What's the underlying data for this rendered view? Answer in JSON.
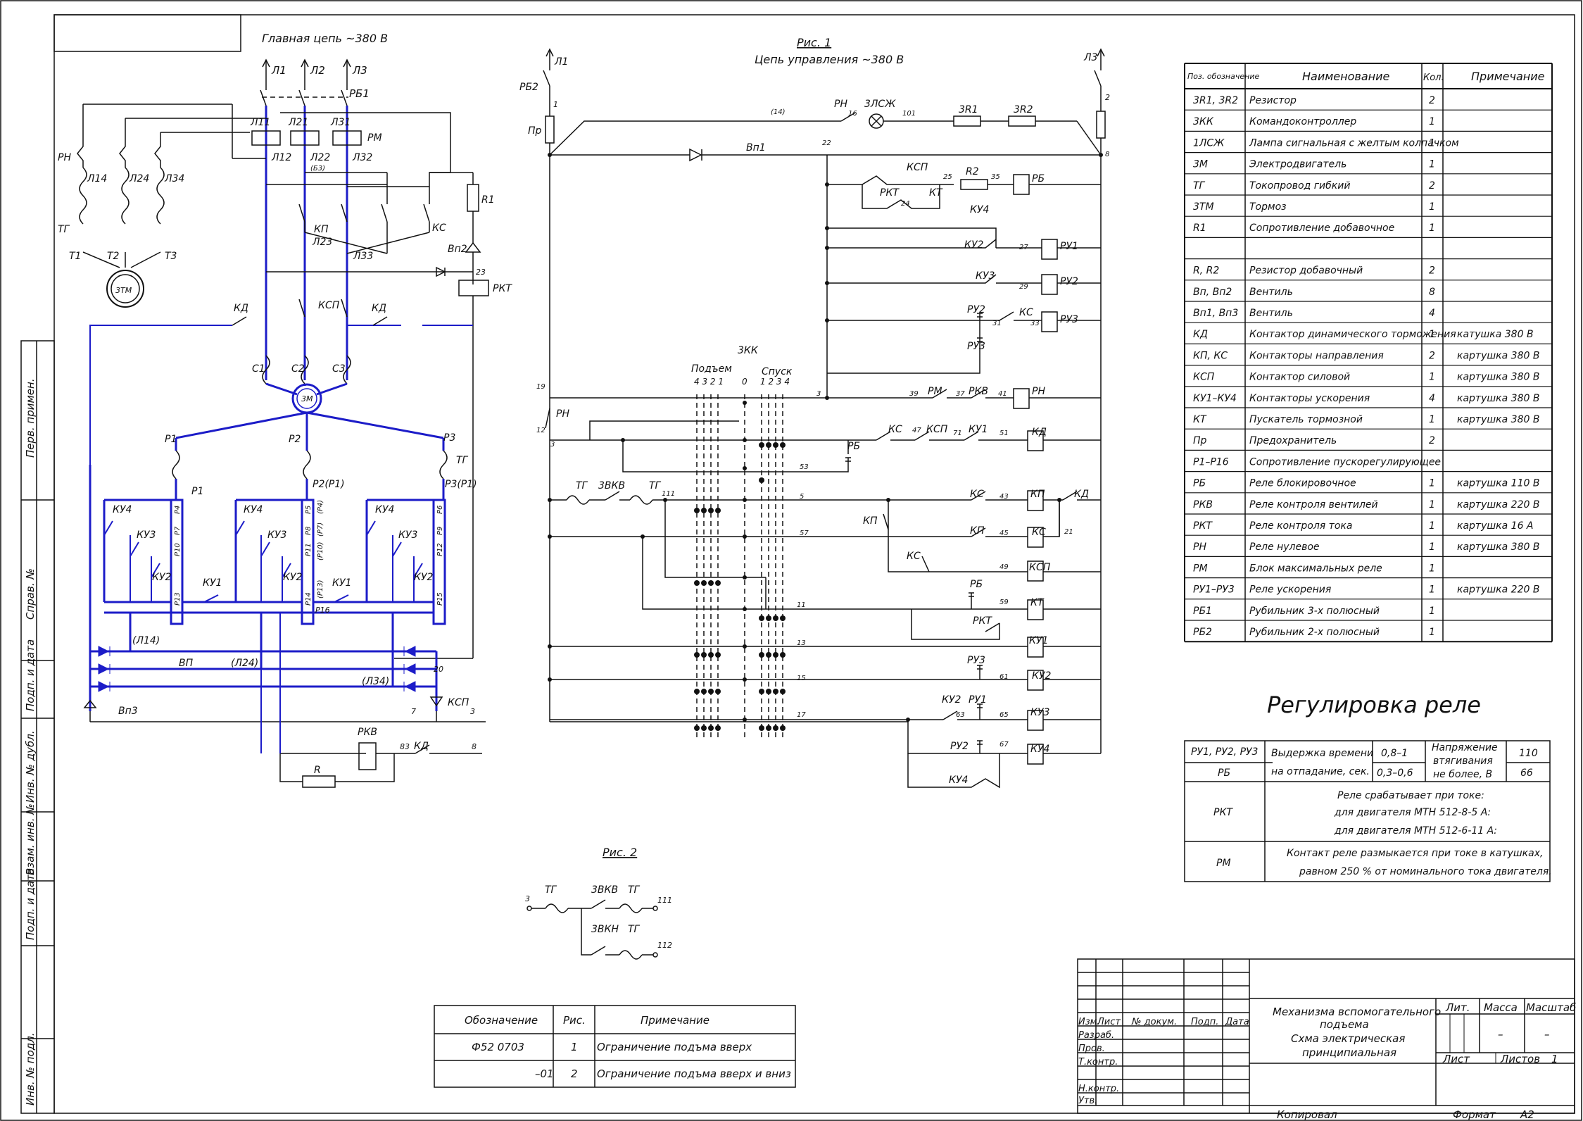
{
  "colors": {
    "ink": "#111111",
    "power": "#1c1cc8",
    "paper": "#ffffff"
  },
  "main_circuit": {
    "title": "Главная цепь ~380 В",
    "phases": [
      "Л1",
      "Л2",
      "Л3"
    ],
    "switch": "РБ1",
    "contact_labels": [
      "Л11",
      "Л21",
      "Л31",
      "РМ",
      "Л12",
      "Л22",
      "(Б3)",
      "Л32",
      "РН",
      "Л14",
      "Л24",
      "Л34",
      "ТГ",
      "Т1",
      "Т2",
      "Т3",
      "3ТМ",
      "КП",
      "Л23",
      "Л33",
      "КС",
      "R1",
      "Вп2",
      "23",
      "РКТ",
      "КД",
      "КСП",
      "С1",
      "С2",
      "С3",
      "3М",
      "Р1",
      "Р2",
      "Р3",
      "Р2(Р1)",
      "Р3(Р1)",
      "КУ4",
      "КУ3",
      "КУ2",
      "КУ1",
      "Р16",
      "(Л14)",
      "(Л24)",
      "(Л34)",
      "ВП",
      "Вп3",
      "20",
      "7",
      "3",
      "РКВ",
      "83",
      "8",
      "R"
    ],
    "resistor_labels": [
      "Р4",
      "Р7",
      "Р10",
      "Р13",
      "Р5",
      "Р8",
      "Р11",
      "Р14",
      "Р6",
      "Р9",
      "Р12",
      "Р15",
      "(Р4)",
      "(Р7)",
      "(Р10)",
      "(Р13)"
    ]
  },
  "control_circuit": {
    "fig_label": "Рис. 1",
    "title": "Цепь управления ~380 В",
    "labels": [
      "Л1",
      "Л3",
      "РБ2",
      "Пр",
      "1",
      "2",
      "(14)",
      "РН",
      "16",
      "3ЛСЖ",
      "101",
      "3R1",
      "3R2",
      "Вп1",
      "22",
      "8",
      "КСП",
      "25",
      "R2",
      "35",
      "РБ",
      "РКТ",
      "КТ",
      "24",
      "КУ4",
      "КУ2",
      "27",
      "РУ1",
      "КУ3",
      "29",
      "РУ2",
      "КС",
      "31",
      "33",
      "РУ3",
      "3КК",
      "Подъем",
      "Спуск",
      "4 3 2 1",
      "0",
      "1 2 3 4",
      "19",
      "12",
      "3",
      "39",
      "РМ",
      "37",
      "РКВ",
      "41",
      "47",
      "71",
      "КУ1",
      "51",
      "КД",
      "53",
      "ТГ",
      "3ВКВ",
      "111",
      "5",
      "43",
      "КП",
      "21",
      "57",
      "45",
      "49",
      "59",
      "11",
      "13",
      "61",
      "15",
      "63",
      "65",
      "17",
      "67"
    ]
  },
  "fig2": {
    "label": "Рис. 2",
    "labels": [
      "3",
      "ТГ",
      "3ВКВ",
      "ТГ",
      "111",
      "3ВКН",
      "ТГ",
      "112"
    ]
  },
  "stamp_left": [
    "Перв. примен.",
    "Справ. №",
    "Подп. и дата",
    "Инв. № дубл.",
    "Взам. инв. №",
    "Подп. и дата",
    "Инв. № подл."
  ],
  "spec_table": {
    "headers": [
      "Поз. обозначение",
      "Наименование",
      "Кол.",
      "Примечание"
    ],
    "rows": [
      [
        "3R1, 3R2",
        "Резистор",
        "2",
        ""
      ],
      [
        "3КК",
        "Командоконтроллер",
        "1",
        ""
      ],
      [
        "1ЛСЖ",
        "Лампа сигнальная с желтым колпачком",
        "1",
        ""
      ],
      [
        "3М",
        "Электродвигатель",
        "1",
        ""
      ],
      [
        "ТГ",
        "Токопровод гибкий",
        "2",
        ""
      ],
      [
        "3ТМ",
        "Тормоз",
        "1",
        ""
      ],
      [
        "R1",
        "Сопротивление добавочное",
        "1",
        ""
      ],
      [
        "",
        "",
        "",
        ""
      ],
      [
        "R, R2",
        "Резистор добавочный",
        "2",
        ""
      ],
      [
        "Вп, Вп2",
        "Вентиль",
        "8",
        ""
      ],
      [
        "Вп1, Вп3",
        "Вентиль",
        "4",
        ""
      ],
      [
        "КД",
        "Контактор динамического торможения",
        "1",
        "катушка 380 В"
      ],
      [
        "КП, КС",
        "Контакторы направления",
        "2",
        "картушка 380 В"
      ],
      [
        "КСП",
        "Контактор силовой",
        "1",
        "картушка 380 В"
      ],
      [
        "КУ1–КУ4",
        "Контакторы ускорения",
        "4",
        "картушка 380 В"
      ],
      [
        "КТ",
        "Пускатель тормозной",
        "1",
        "картушка 380 В"
      ],
      [
        "Пр",
        "Предохранитель",
        "2",
        ""
      ],
      [
        "Р1–Р16",
        "Сопротивление пускорегулирующее",
        "",
        ""
      ],
      [
        "РБ",
        "Реле блокировочное",
        "1",
        "картушка 110 В"
      ],
      [
        "РКВ",
        "Реле контроля вентилей",
        "1",
        "картушка 220 В"
      ],
      [
        "РКТ",
        "Реле контроля тока",
        "1",
        "картушка 16 А"
      ],
      [
        "РН",
        "Реле нулевое",
        "1",
        "картушка 380 В"
      ],
      [
        "РМ",
        "Блок максимальных реле",
        "1",
        ""
      ],
      [
        "РУ1–РУ3",
        "Реле ускорения",
        "1",
        "картушка 220 В"
      ],
      [
        "РБ1",
        "Рубильник 3-х полюсный",
        "1",
        ""
      ],
      [
        "РБ2",
        "Рубильник 2-х полюсный",
        "1",
        ""
      ]
    ]
  },
  "relay_adjust": {
    "title": "Регулировка реле",
    "ru_label": "РУ1, РУ2, РУ3",
    "rb_label": "РБ",
    "delay_line1": "Выдержка времени",
    "delay_line2": "на отпадание, сек.",
    "delay_ru": "0,8–1",
    "delay_rb": "0,3–0,6",
    "volt_line1": "Напряжение",
    "volt_line2": "втягивания",
    "volt_line3": "не более, В",
    "volt_ru": "110",
    "volt_rb": "66",
    "rkt_label": "РКТ",
    "rkt_text1": "Реле срабатывает при токе:",
    "rkt_text2": "для двигателя МТН 512-8-5 А:",
    "rkt_text3": "для двигателя МТН 512-6-11 А:",
    "rm_label": "РМ",
    "rm_text1": "Контакт реле размыкается при токе в катушках,",
    "rm_text2": "равном 250 % от номинального тока двигателя."
  },
  "variants_table": {
    "headers": [
      "Обозначение",
      "Рис.",
      "Примечание"
    ],
    "rows": [
      [
        "Ф52 0703",
        "1",
        "Ограничение подъма вверх"
      ],
      [
        "–01",
        "2",
        "Ограничение подъма вверх и вниз"
      ]
    ]
  },
  "title_block": {
    "col_headers": [
      "Изм.",
      "Лист",
      "№ докум.",
      "Подп.",
      "Дата"
    ],
    "roles": [
      "Разраб.",
      "Пров.",
      "Т.контр.",
      "",
      "Н.контр.",
      "Утв."
    ],
    "title_lines": [
      "Механизма вспомогательного",
      "подъема",
      "Схма электрическая",
      "принципиальная"
    ],
    "lit": "Лит.",
    "mass": "Масса",
    "scale": "Масштаб",
    "dash": "–",
    "sheet": "Лист",
    "sheets": "Листов",
    "sheets_count": "1",
    "copied": "Копировал",
    "format": "Формат",
    "format_value": "А2"
  }
}
